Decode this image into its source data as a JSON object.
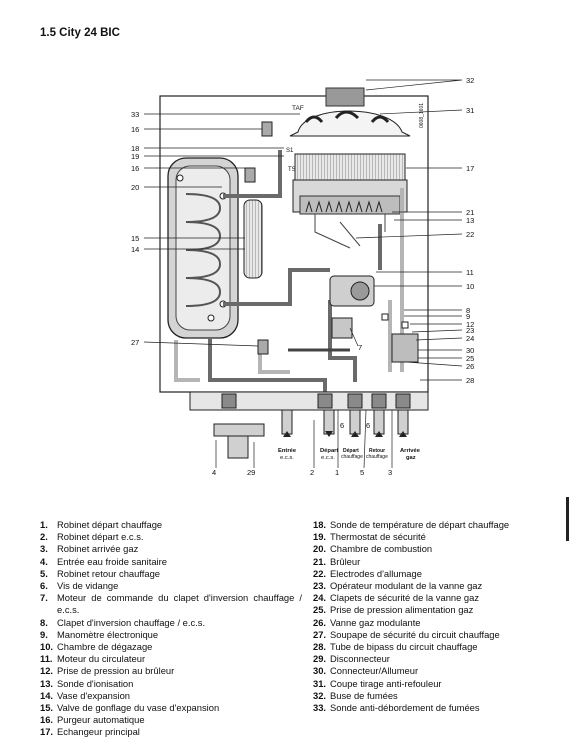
{
  "page": {
    "section_title": "1.5 City 24 BIC"
  },
  "diagram": {
    "callouts": {
      "c1": "1",
      "c2": "2",
      "c3": "3",
      "c4": "4",
      "c5": "5",
      "c6": "6",
      "c7": "7",
      "c8": "8",
      "c9": "9",
      "c10": "10",
      "c11": "11",
      "c12": "12",
      "c13": "13",
      "c14": "14",
      "c15": "15",
      "c16": "16",
      "c17": "17",
      "c18": "18",
      "c19": "19",
      "c20": "20",
      "c21": "21",
      "c22": "22",
      "c23": "23",
      "c24": "24",
      "c25": "25",
      "c26": "26",
      "c27": "27",
      "c28": "28",
      "c29": "29",
      "c30": "30",
      "c31": "31",
      "c32": "32",
      "c33": "33"
    },
    "labels": {
      "taf": "TAF",
      "s1": "S1",
      "ts": "TS",
      "entree_1": "Entrée",
      "entree_2": "e.c.s.",
      "depart_1": "Départ",
      "depart_2": "e.c.s.",
      "depart_ch_1": "Départ",
      "depart_ch_2": "chauffage",
      "retour_1": "Retour",
      "retour_2": "chauffage",
      "arrivee_1": "Arrivée",
      "arrivee_2": "gaz",
      "side_code": "0608_1601"
    }
  },
  "legend": {
    "left": [
      {
        "num": "1.",
        "text": "Robinet départ chauffage"
      },
      {
        "num": "2.",
        "text": "Robinet départ e.c.s."
      },
      {
        "num": "3.",
        "text": "Robinet arrivée gaz"
      },
      {
        "num": "4.",
        "text": "Entrée eau froide sanitaire"
      },
      {
        "num": "5.",
        "text": "Robinet retour chauffage"
      },
      {
        "num": "6.",
        "text": "Vis de vidange"
      },
      {
        "num": "7.",
        "text": "Moteur de commande du clapet d'inversion chauffage / e.c.s."
      },
      {
        "num": "8.",
        "text": "Clapet d'inversion chauffage / e.c.s."
      },
      {
        "num": "9.",
        "text": "Manomètre électronique"
      },
      {
        "num": "10.",
        "text": "Chambre de dégazage"
      },
      {
        "num": "11.",
        "text": "Moteur du circulateur"
      },
      {
        "num": "12.",
        "text": "Prise de pression au brûleur"
      },
      {
        "num": "13.",
        "text": "Sonde d'ionisation"
      },
      {
        "num": "14.",
        "text": "Vase d'expansion"
      },
      {
        "num": "15.",
        "text": "Valve de gonflage du vase d'expansion"
      },
      {
        "num": "16.",
        "text": "Purgeur automatique"
      },
      {
        "num": "17.",
        "text": "Echangeur principal"
      }
    ],
    "right": [
      {
        "num": "18.",
        "text": "Sonde de température de départ chauffage"
      },
      {
        "num": "19.",
        "text": "Thermostat de sécurité"
      },
      {
        "num": "20.",
        "text": "Chambre de combustion"
      },
      {
        "num": "21.",
        "text": "Brûleur"
      },
      {
        "num": "22.",
        "text": "Electrodes d'allumage"
      },
      {
        "num": "23.",
        "text": "Opérateur modulant de la vanne gaz"
      },
      {
        "num": "24.",
        "text": "Clapets de sécurité de la vanne gaz"
      },
      {
        "num": "25.",
        "text": "Prise de pression alimentation gaz"
      },
      {
        "num": "26.",
        "text": "Vanne gaz modulante"
      },
      {
        "num": "27.",
        "text": "Soupape de sécurité du circuit chauffage"
      },
      {
        "num": "28.",
        "text": "Tube de bipass du circuit chauffage"
      },
      {
        "num": "29.",
        "text": "Disconnecteur"
      },
      {
        "num": "30.",
        "text": "Connecteur/Allumeur"
      },
      {
        "num": "31.",
        "text": "Coupe tirage anti-refouleur"
      },
      {
        "num": "32.",
        "text": "Buse de fumées"
      },
      {
        "num": "33.",
        "text": "Sonde anti-débordement de fumées"
      }
    ]
  }
}
